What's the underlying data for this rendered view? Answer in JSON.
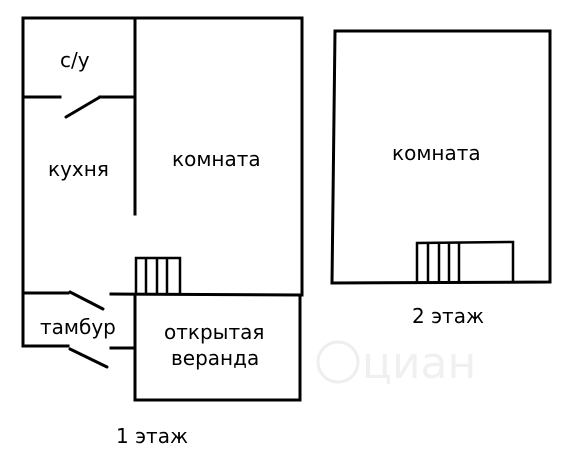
{
  "floor1": {
    "label": "1 этаж",
    "rooms": {
      "bathroom": "с/у",
      "kitchen": "кухня",
      "room": "комната",
      "vestibule": "тамбур",
      "veranda_line1": "открытая",
      "veranda_line2": "веранда"
    }
  },
  "floor2": {
    "label": "2 этаж",
    "rooms": {
      "room": "комната"
    }
  },
  "watermark": {
    "text": "циан"
  },
  "colors": {
    "line": "#000000",
    "background": "#ffffff",
    "watermark": "#eeeeee"
  }
}
